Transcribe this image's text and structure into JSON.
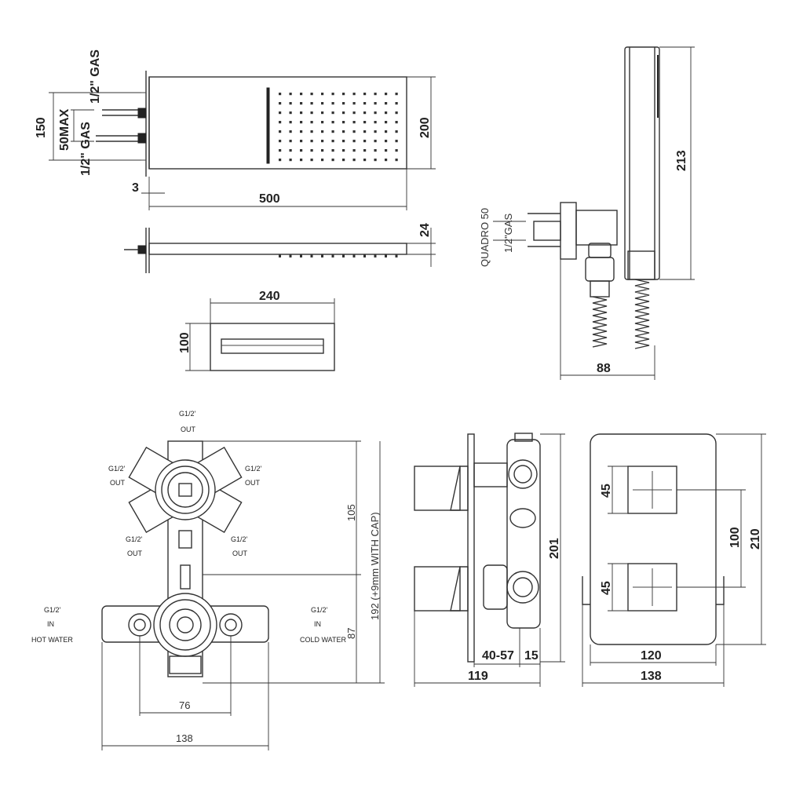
{
  "waterfall_head": {
    "width": "500",
    "height": "200",
    "dim_150": "150",
    "dim_50max": "50MAX",
    "gas_top": "1/2\" GAS",
    "gas_bottom": "1/2\" GAS",
    "dim_3": "3",
    "thickness": "24",
    "front_width": "240",
    "front_height": "100"
  },
  "hand_shower": {
    "length": "213",
    "depth": "88",
    "quadro": "QUADRO 50",
    "gas": "1/2\"GAS"
  },
  "valve_body": {
    "out_top": "G1/2'",
    "out_top_sub": "OUT",
    "out_left_top": "G1/2'",
    "out_left_top_sub": "OUT",
    "out_right_top": "G1/2'",
    "out_right_top_sub": "OUT",
    "out_left_bottom": "G1/2'",
    "out_left_bottom_sub": "OUT",
    "out_right_bottom": "G1/2'",
    "out_right_bottom_sub": "OUT",
    "in_hot": "G1/2'",
    "in_hot_sub": "IN",
    "in_hot_label": "HOT WATER",
    "in_cold": "G1/2'",
    "in_cold_sub": "IN",
    "in_cold_label": "COLD WATER",
    "dim_105": "105",
    "dim_192": "192 (+9mm WITH CAP)",
    "dim_87": "87",
    "dim_76": "76",
    "dim_138": "138"
  },
  "side_view": {
    "height": "201",
    "dim_4057": "40-57",
    "dim_15": "15",
    "depth": "119"
  },
  "front_plate": {
    "dim_45_top": "45",
    "dim_45_bottom": "45",
    "dim_100": "100",
    "height": "210",
    "inner_width": "120",
    "width": "138"
  }
}
